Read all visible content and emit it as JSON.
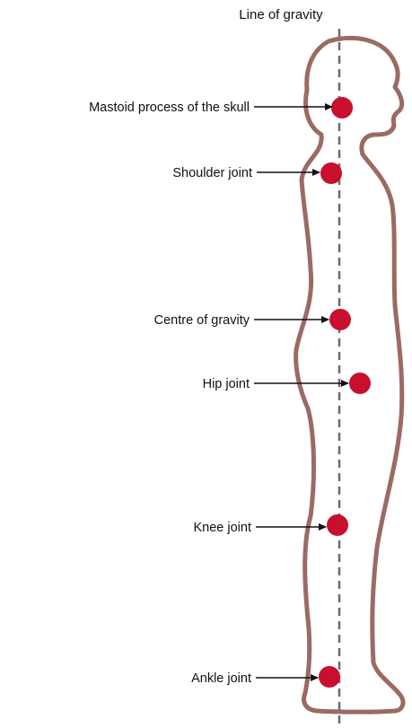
{
  "title": "Line of gravity",
  "colors": {
    "body_outline": "#9c6a63",
    "marker": "#c8102e",
    "gravity_line": "#6b6b6b",
    "text": "#111111"
  },
  "labels": [
    {
      "id": "mastoid",
      "text": "Mastoid process of the skull"
    },
    {
      "id": "shoulder",
      "text": "Shoulder joint"
    },
    {
      "id": "centre",
      "text": "Centre of gravity"
    },
    {
      "id": "hip",
      "text": "Hip joint"
    },
    {
      "id": "knee",
      "text": "Knee joint"
    },
    {
      "id": "ankle",
      "text": "Ankle joint"
    }
  ]
}
